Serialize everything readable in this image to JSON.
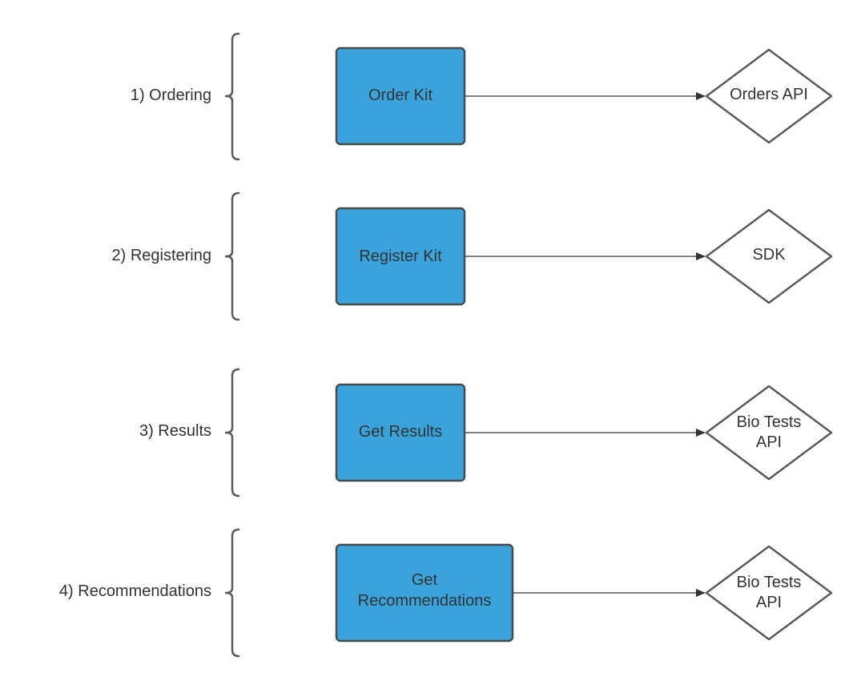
{
  "rows": [
    {
      "stage": "1) Ordering",
      "action": [
        "Order Kit"
      ],
      "target": [
        "Orders API"
      ]
    },
    {
      "stage": "2) Registering",
      "action": [
        "Register Kit"
      ],
      "target": [
        "SDK"
      ]
    },
    {
      "stage": "3) Results",
      "action": [
        "Get Results"
      ],
      "target": [
        "Bio Tests",
        "API"
      ]
    },
    {
      "stage": "4) Recommendations",
      "action": [
        "Get",
        "Recommendations"
      ],
      "target": [
        "Bio Tests",
        "API"
      ]
    }
  ],
  "colors": {
    "action_fill": "#3aa3dc",
    "action_border": "#4a4a4a",
    "diamond_border": "#5a5a5a",
    "text": "#333333"
  }
}
